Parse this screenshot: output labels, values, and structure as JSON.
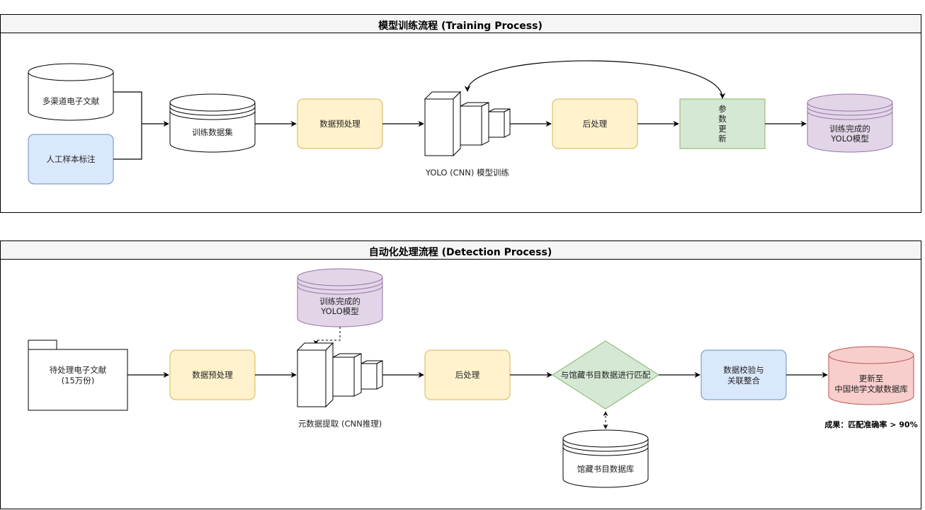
{
  "training": {
    "title": "模型训练流程 (Training Process)",
    "source_docs": "多渠道电子文献",
    "manual_label": "人工样本标注",
    "train_set": "训练数据集",
    "preprocess": "数据预处理",
    "model_caption": "YOLO (CNN) 模型训练",
    "postprocess": "后处理",
    "param_update": [
      "参",
      "数",
      "更",
      "新"
    ],
    "trained_model": [
      "训练完成的",
      "YOLO模型"
    ]
  },
  "detection": {
    "title": "自动化处理流程 (Detection Process)",
    "pending_docs": [
      "待处理电子文献",
      "(15万份)"
    ],
    "preprocess": "数据预处理",
    "trained_model": [
      "训练完成的",
      "YOLO模型"
    ],
    "extract_caption": "元数据提取 (CNN推理)",
    "postprocess": "后处理",
    "match": "与馆藏书目数据进行匹配",
    "catalog_db": "馆藏书目数据库",
    "verify": [
      "数据校验与",
      "关联整合"
    ],
    "update": [
      "更新至",
      "中国地学文献数据库"
    ],
    "result": "成果：匹配准确率 > 90%"
  },
  "colors": {
    "yellow_fill": "#fff2cc",
    "yellow_stroke": "#d6b656",
    "blue_fill": "#dae8fc",
    "blue_stroke": "#6c8ebf",
    "green_fill": "#d5e8d4",
    "green_stroke": "#82b366",
    "purple_fill": "#e1d5e7",
    "purple_stroke": "#9673a6",
    "red_fill": "#f8cecc",
    "red_stroke": "#b85450"
  }
}
